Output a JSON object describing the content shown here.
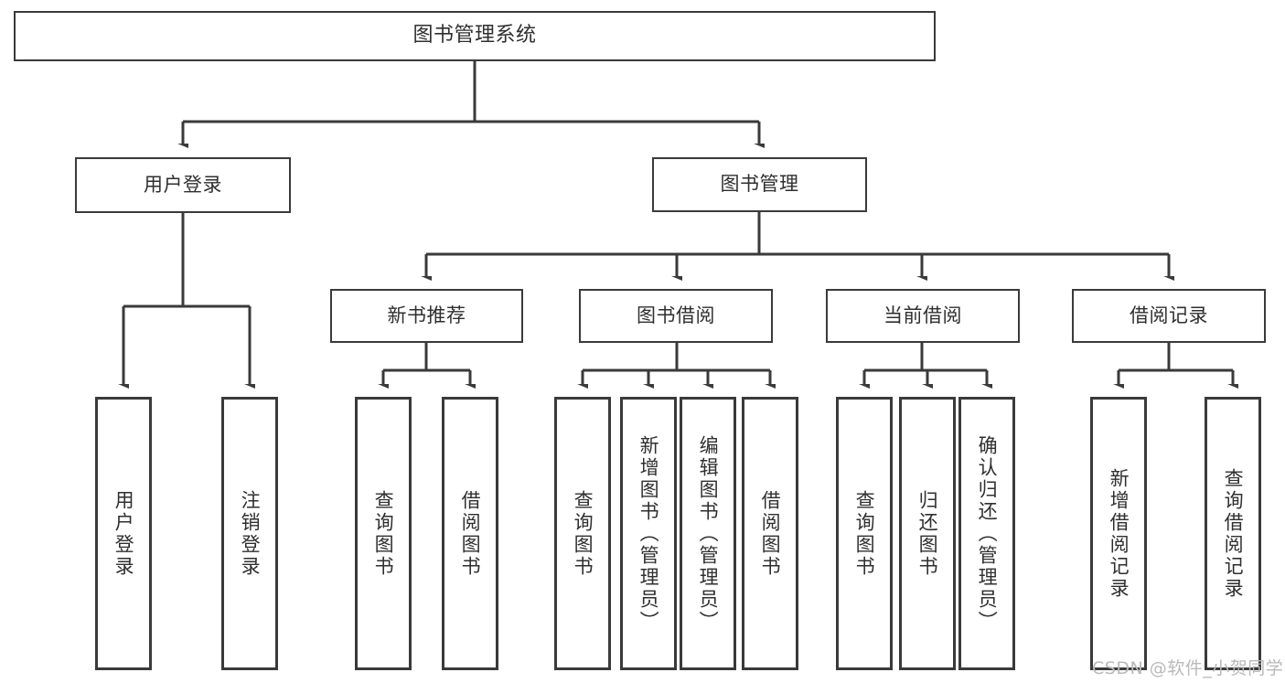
{
  "diagram": {
    "title": "图书管理系统",
    "type": "tree-hierarchy",
    "stroke_color": "#3a3a3a",
    "fill_color": "#ffffff",
    "text_color": "#2f2f2f"
  },
  "nodes": {
    "root": {
      "label": "图书管理系统"
    },
    "level2": [
      {
        "label": "用户登录"
      },
      {
        "label": "图书管理"
      }
    ],
    "level3": [
      {
        "label": "新书推荐"
      },
      {
        "label": "图书借阅"
      },
      {
        "label": "当前借阅"
      },
      {
        "label": "借阅记录"
      }
    ],
    "leaves": {
      "user_login": [
        {
          "label": "用户登录"
        },
        {
          "label": "注销登录"
        }
      ],
      "new_book": [
        {
          "label": "查询图书"
        },
        {
          "label": "借阅图书"
        }
      ],
      "book_borrow": [
        {
          "label": "查询图书"
        },
        {
          "label": "新增图书（管理员）"
        },
        {
          "label": "编辑图书（管理员）"
        },
        {
          "label": "借阅图书"
        }
      ],
      "current_borrow": [
        {
          "label": "查询图书"
        },
        {
          "label": "归还图书"
        },
        {
          "label": "确认归还（管理员）"
        }
      ],
      "borrow_record": [
        {
          "label": "新增借阅记录"
        },
        {
          "label": "查询借阅记录"
        }
      ]
    }
  },
  "watermark": {
    "text": "CSDN @软件_小贺同学"
  }
}
